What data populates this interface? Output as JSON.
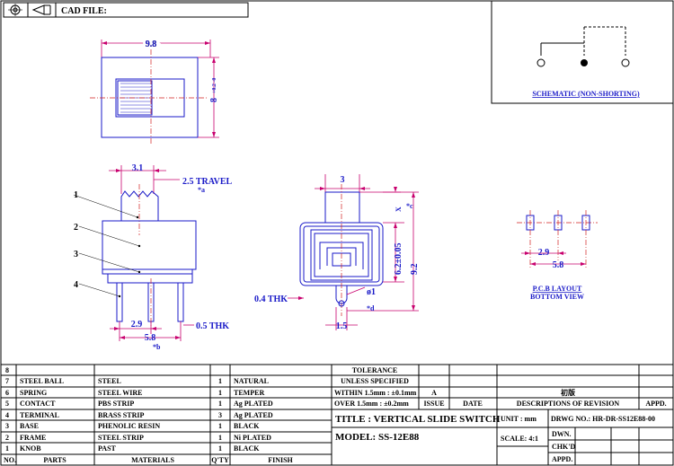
{
  "header": {
    "cad_file_label": "CAD FILE:"
  },
  "schematic": {
    "title": "SCHEMATIC (NON-SHORTING)"
  },
  "top_view": {
    "width_dim": "9.8",
    "height_dim": "8",
    "height_tol": "+0.2 -0"
  },
  "side_view": {
    "pitch_top": "3.1",
    "travel": "2.5 TRAVEL",
    "travel_mark": "*a",
    "pitch_bottom": "2.9",
    "thickness": "0.5 THK",
    "overall": "5.8",
    "overall_mark": "*b",
    "callouts": [
      "1",
      "2",
      "3",
      "4"
    ]
  },
  "front_view": {
    "knob_width": "3",
    "x_label": "X",
    "x_mark": "*c",
    "body_height": "6.2±0.05",
    "overall_height": "9.2",
    "frame_thk": "0.4 THK",
    "pin_dia": "ø1",
    "pin_mark": "*d",
    "bottom_dim": "1.5"
  },
  "pcb_layout": {
    "pitch": "2.9",
    "overall": "5.8",
    "title_line1": "P.C.B LAYOUT",
    "title_line2": "BOTTOM VIEW"
  },
  "bom": {
    "rows": [
      {
        "no": "8",
        "part": "",
        "material": "",
        "qty": "",
        "finish": ""
      },
      {
        "no": "7",
        "part": "STEEL BALL",
        "material": "STEEL",
        "qty": "1",
        "finish": "NATURAL"
      },
      {
        "no": "6",
        "part": "SPRING",
        "material": "STEEL WIRE",
        "qty": "1",
        "finish": "TEMPER"
      },
      {
        "no": "5",
        "part": "CONTACT",
        "material": "PBS STRIP",
        "qty": "1",
        "finish": "Ag PLATED"
      },
      {
        "no": "4",
        "part": "TERMINAL",
        "material": "BRASS STRIP",
        "qty": "3",
        "finish": "Ag PLATED"
      },
      {
        "no": "3",
        "part": "BASE",
        "material": "PHENOLIC RESIN",
        "qty": "1",
        "finish": "BLACK"
      },
      {
        "no": "2",
        "part": "FRAME",
        "material": "STEEL STRIP",
        "qty": "1",
        "finish": "Ni PLATED"
      },
      {
        "no": "1",
        "part": "KNOB",
        "material": "PAST",
        "qty": "1",
        "finish": "BLACK"
      }
    ],
    "headers": {
      "no": "NO.",
      "part": "PARTS",
      "material": "MATERIALS",
      "qty": "Q'TY",
      "finish": "FINISH"
    }
  },
  "tolerance": {
    "title": "TOLERANCE",
    "subtitle": "UNLESS  SPECIFIED",
    "within": "WITHIN 1.5mm : ±0.1mm",
    "over": "OVER  1.5mm : ±0.2mm",
    "rev_a": "A",
    "issue": "ISSUE",
    "date": "DATE"
  },
  "revision": {
    "chinese": "初版",
    "descriptions": "DESCRIPTIONS OF REVISION",
    "appd": "APPD."
  },
  "title_block": {
    "title": "TITLE :  VERTICAL SLIDE SWITCH",
    "model": "MODEL:  SS-12E88",
    "unit": "UNIT :  mm",
    "scale": "SCALE:  4:1",
    "drwg_no": "DRWG NO.:  HR-DR-SS12E88-00",
    "dwn": "DWN.",
    "chkd": "CHK'D",
    "appd": "APPD."
  }
}
